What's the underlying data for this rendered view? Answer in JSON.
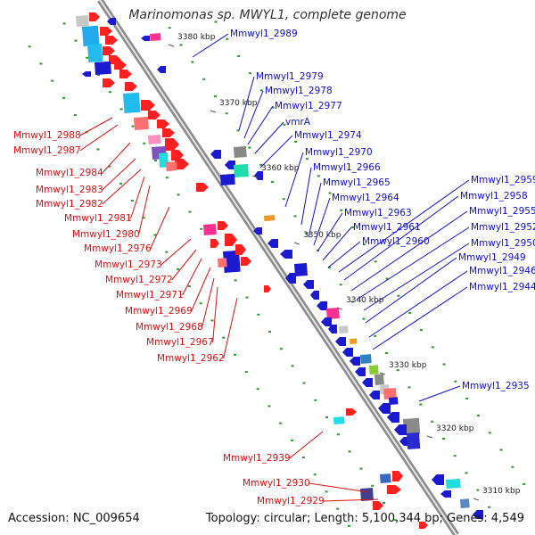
{
  "title": "Marinomonas sp. MWYL1, complete genome",
  "accession": "Accession: NC_009654",
  "topology": "Topology: circular; Length: 5,100,344 bp; Genes: 4,549",
  "colors": {
    "forward": "#ff0000",
    "reverse": "#1010e0",
    "backbone": "#888888",
    "blue_label": "#1010d0",
    "red_label": "#e01010",
    "dots": "#2a9a2a"
  },
  "ticks": [
    "3380 kbp",
    "3370 kbp",
    "3360 kbp",
    "3350 kbp",
    "3340 kbp",
    "3330 kbp",
    "3320 kbp",
    "3310 kbp"
  ],
  "blue_labels": [
    "Mmwyl1_2989",
    "Mmwyl1_2979",
    "Mmwyl1_2978",
    "Mmwyl1_2977",
    "vmrA",
    "Mmwyl1_2974",
    "Mmwyl1_2970",
    "Mmwyl1_2966",
    "Mmwyl1_2965",
    "Mmwyl1_2964",
    "Mmwyl1_2963",
    "Mmwyl1_2961",
    "Mmwyl1_2960",
    "Mmwyl1_2959",
    "Mmwyl1_2958",
    "Mmwyl1_2955",
    "Mmwyl1_2952",
    "Mmwyl1_2950",
    "Mmwyl1_2949",
    "Mmwyl1_2946",
    "Mmwyl1_2944",
    "Mmwyl1_2935"
  ],
  "red_labels": [
    "Mmwyl1_2988",
    "Mmwyl1_2987",
    "Mmwyl1_2984",
    "Mmwyl1_2983",
    "Mmwyl1_2982",
    "Mmwyl1_2981",
    "Mmwyl1_2980",
    "Mmwyl1_2976",
    "Mmwyl1_2973",
    "Mmwyl1_2972",
    "Mmwyl1_2971",
    "Mmwyl1_2969",
    "Mmwyl1_2968",
    "Mmwyl1_2967",
    "Mmwyl1_2962",
    "Mmwyl1_2939",
    "Mmwyl1_2930",
    "Mmwyl1_2929"
  ]
}
